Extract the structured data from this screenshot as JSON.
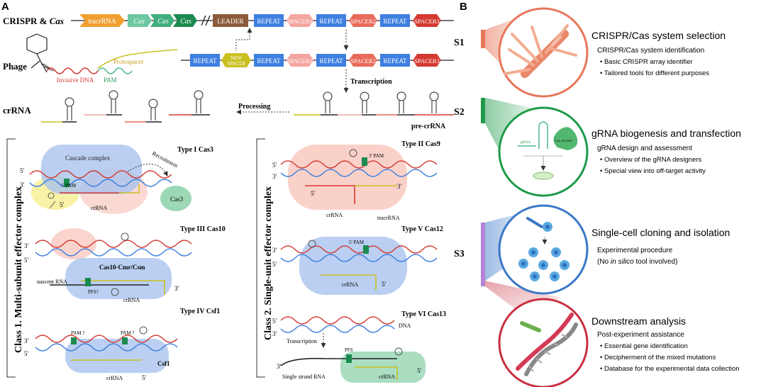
{
  "panelA": {
    "label": "A",
    "row1": {
      "title": "CRISPR & ",
      "title_italic": "Cas",
      "tracr": "tracrRNA",
      "cas1": "Cas",
      "cas2": "Cas",
      "cas3": "Cas",
      "leader": "LEADER",
      "repeat": "REPEAT",
      "spacer1": "SPACER1",
      "spacer2": "SPACER2",
      "spacer3": "SPACER3"
    },
    "row2": {
      "phage": "Phage",
      "protospacer": "Protospacer",
      "invasive": "Invasive DNA",
      "pam": "PAM",
      "new_spacer_1": "NEW",
      "new_spacer_2": "SPACER",
      "transcription": "Transcription"
    },
    "row3": {
      "crrna": "crRNA",
      "processing": "Processing",
      "pre_crrna": "pre-crRNA"
    },
    "class1": {
      "title": "Class 1. Multi-subunit effector complex",
      "t1": "Type I Cas3",
      "cascade": "Cascade complex",
      "recruitment": "Recruitment",
      "cas3": "Cas3",
      "pam": "5' PAM",
      "crrna": "crRNA",
      "p5": "5'",
      "p3": "3'",
      "t3": "Type III Cas10",
      "cas10": "Cas10-Cmr/Csm",
      "nascent": "nascent RNA",
      "pfs": "PFS?",
      "t4": "Type IV Csf1",
      "pamq": "PAM ?",
      "csf1": "Csf1"
    },
    "class2": {
      "title": "Class 2. Single-unit effector complex",
      "t2": "Type II Cas9",
      "pam3": "3' PAM",
      "crrna": "crRNA",
      "tracrrna": "tracrRNA",
      "t5": "Type V Cas12",
      "pam5": "5' PAM",
      "t6": "Type VI Cas13",
      "dna": "DNA",
      "transcription": "Transcription",
      "pfs": "PFS",
      "ssrna": "Single strand RNA",
      "p5": "5'",
      "p3": "3'"
    }
  },
  "panelB": {
    "label": "B",
    "s1": {
      "tag": "S1",
      "title": "CRISPR/Cas system selection",
      "sub": "CRISPR/Cas system identification",
      "items": [
        "Basic CRISPR array identifier",
        "Tailored tools for different purposes"
      ],
      "tool_label": "CRISPR"
    },
    "s2": {
      "tag": "S2",
      "title": "gRNA biogenesis and transfection",
      "sub": "gRNA design and assessment",
      "items": [
        "Overview of the gRNA designers",
        "Special view into off-target activity"
      ],
      "grna": "gRNA",
      "cas_protein": "Cas protein"
    },
    "s3": {
      "tag": "S3",
      "title": "Single-cell cloning and isolation",
      "sub": "Experimental procedure",
      "note_pre": "(No ",
      "note_italic": "in silico",
      "note_post": " tool involved)"
    },
    "s4": {
      "title": "Downstream analysis",
      "sub": "Post-experiment assistance",
      "items": [
        "Essential gene identification",
        "Decipherment of the mixed mutations",
        "Database for the experimental data collection"
      ]
    }
  },
  "colors": {
    "tracr": "#f0a030",
    "cas": "#4cb98a",
    "cas_dark": "#1a8a50",
    "leader": "#8a5a3a",
    "repeat": "#3f7fe0",
    "spacer1": "#f4a5a0",
    "spacer2": "#e86a5a",
    "spacer3": "#d43a32",
    "new_spacer": "#c9c020",
    "s1": "#e8765a",
    "s2": "#1e9a48",
    "s3": "#3a78c8",
    "s4": "#c83040"
  }
}
